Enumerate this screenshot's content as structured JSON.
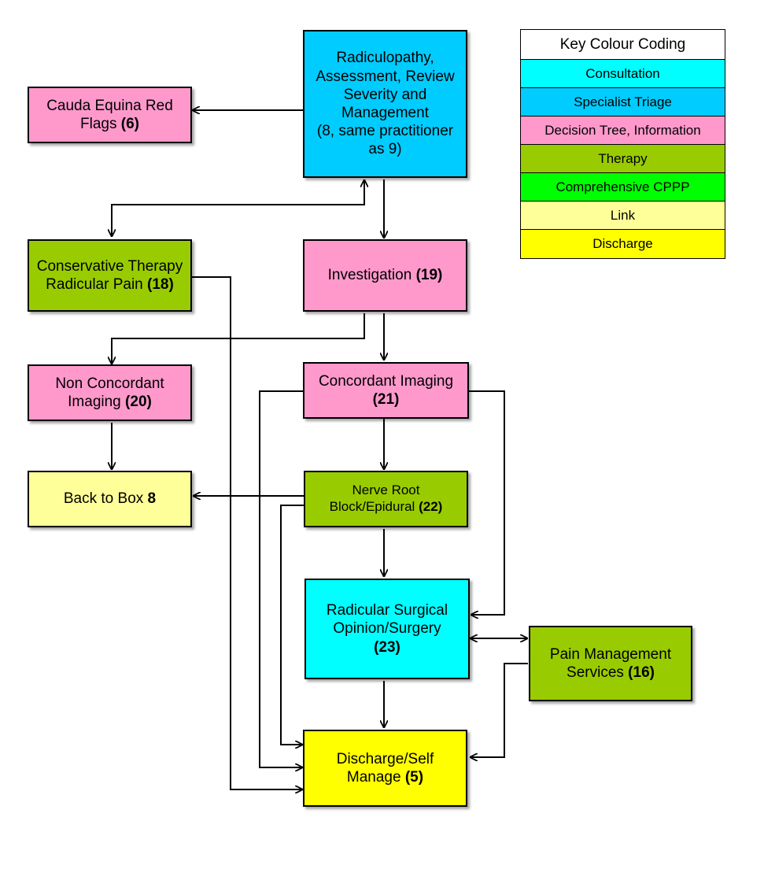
{
  "colors": {
    "consultation": "#00FFFF",
    "specialist_triage": "#00CCFF",
    "decision_tree": "#FF99CC",
    "therapy": "#99CC00",
    "comprehensive_cppp": "#00FF00",
    "link": "#FFFF99",
    "discharge": "#FFFF00"
  },
  "key": {
    "title": "Key Colour Coding",
    "items": [
      {
        "label": "Consultation",
        "color": "#00FFFF"
      },
      {
        "label": "Specialist Triage",
        "color": "#00CCFF"
      },
      {
        "label": "Decision Tree, Information",
        "color": "#FF99CC"
      },
      {
        "label": "Therapy",
        "color": "#99CC00"
      },
      {
        "label": "Comprehensive CPPP",
        "color": "#00FF00"
      },
      {
        "label": "Link",
        "color": "#FFFF99"
      },
      {
        "label": "Discharge",
        "color": "#FFFF00"
      }
    ]
  },
  "nodes": {
    "radiculopathy": {
      "text": "Radiculopathy, Assessment, Review Severity and Management",
      "num": "(8, same practitioner as 9)"
    },
    "cauda_equina": {
      "text": "Cauda Equina Red Flags",
      "num": "(6)"
    },
    "conservative": {
      "text": "Conservative Therapy Radicular Pain",
      "num": "(18)"
    },
    "investigation": {
      "text": "Investigation",
      "num": "(19)"
    },
    "non_concordant": {
      "text": "Non Concordant Imaging",
      "num": "(20)"
    },
    "concordant": {
      "text": "Concordant Imaging",
      "num": "(21)"
    },
    "back_to_box": {
      "text": "Back to Box",
      "num": "8"
    },
    "nerve_root": {
      "text": "Nerve Root Block/Epidural",
      "num": "(22)"
    },
    "radicular_surgical": {
      "text": "Radicular Surgical Opinion/Surgery",
      "num": "(23)"
    },
    "pain_management": {
      "text": "Pain Management Services",
      "num": "(16)"
    },
    "discharge": {
      "text": "Discharge/Self Manage",
      "num": "(5)"
    }
  }
}
